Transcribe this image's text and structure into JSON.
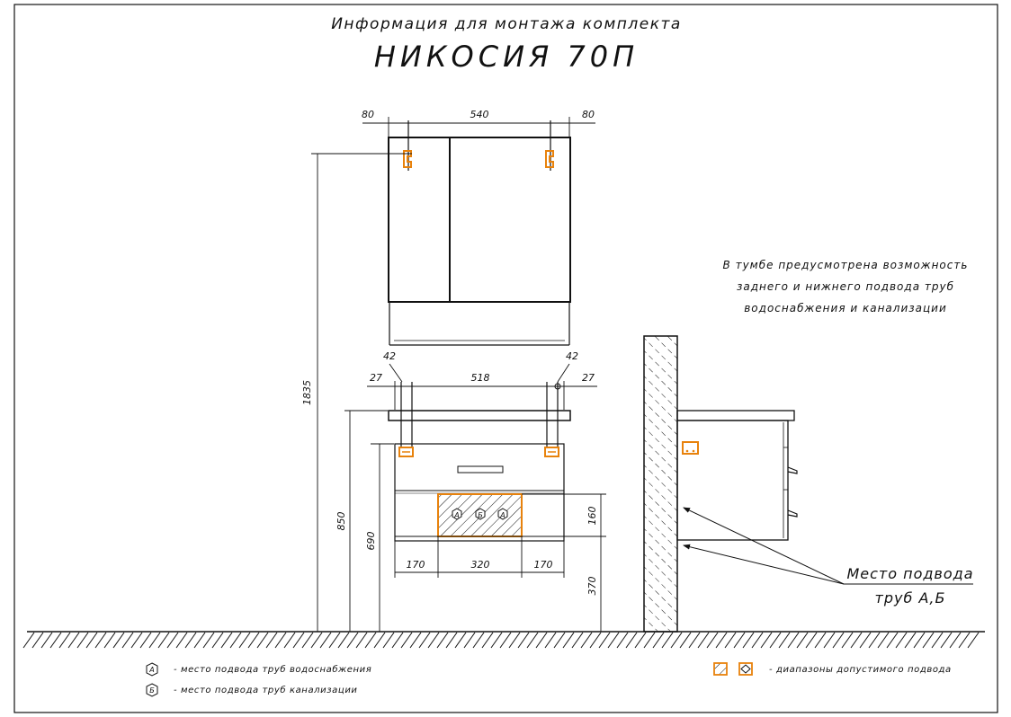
{
  "header": {
    "subtitle": "Информация для монтажа комплекта",
    "title": "НИКОСИЯ 70П"
  },
  "dimensions": {
    "mirror_left": "80",
    "mirror_width": "540",
    "mirror_right": "80",
    "total_height": "1835",
    "holder_left": "42",
    "holder_right": "42",
    "cab_left": "27",
    "cab_width": "518",
    "cab_right": "27",
    "height_850": "850",
    "height_690": "690",
    "zone_height": "160",
    "zone_left": "170",
    "zone_width": "320",
    "zone_right": "170",
    "zone_floor": "370"
  },
  "notes": {
    "line1": "В тумбе предусмотрена возможность",
    "line2": "заднего и нижнего подвода труб",
    "line3": "водоснабжения и канализации"
  },
  "callout": {
    "line1": "Место подвода",
    "line2": "труб А,Б"
  },
  "markers": {
    "a": "А",
    "b": "Б"
  },
  "legend": {
    "a_text": "- место подвода труб водоснабжения",
    "b_text": "- место подвода труб канализации",
    "range_text": "- диапазоны допустимого подвода"
  },
  "colors": {
    "line": "#111111",
    "accent": "#e8820c",
    "background": "#ffffff"
  }
}
